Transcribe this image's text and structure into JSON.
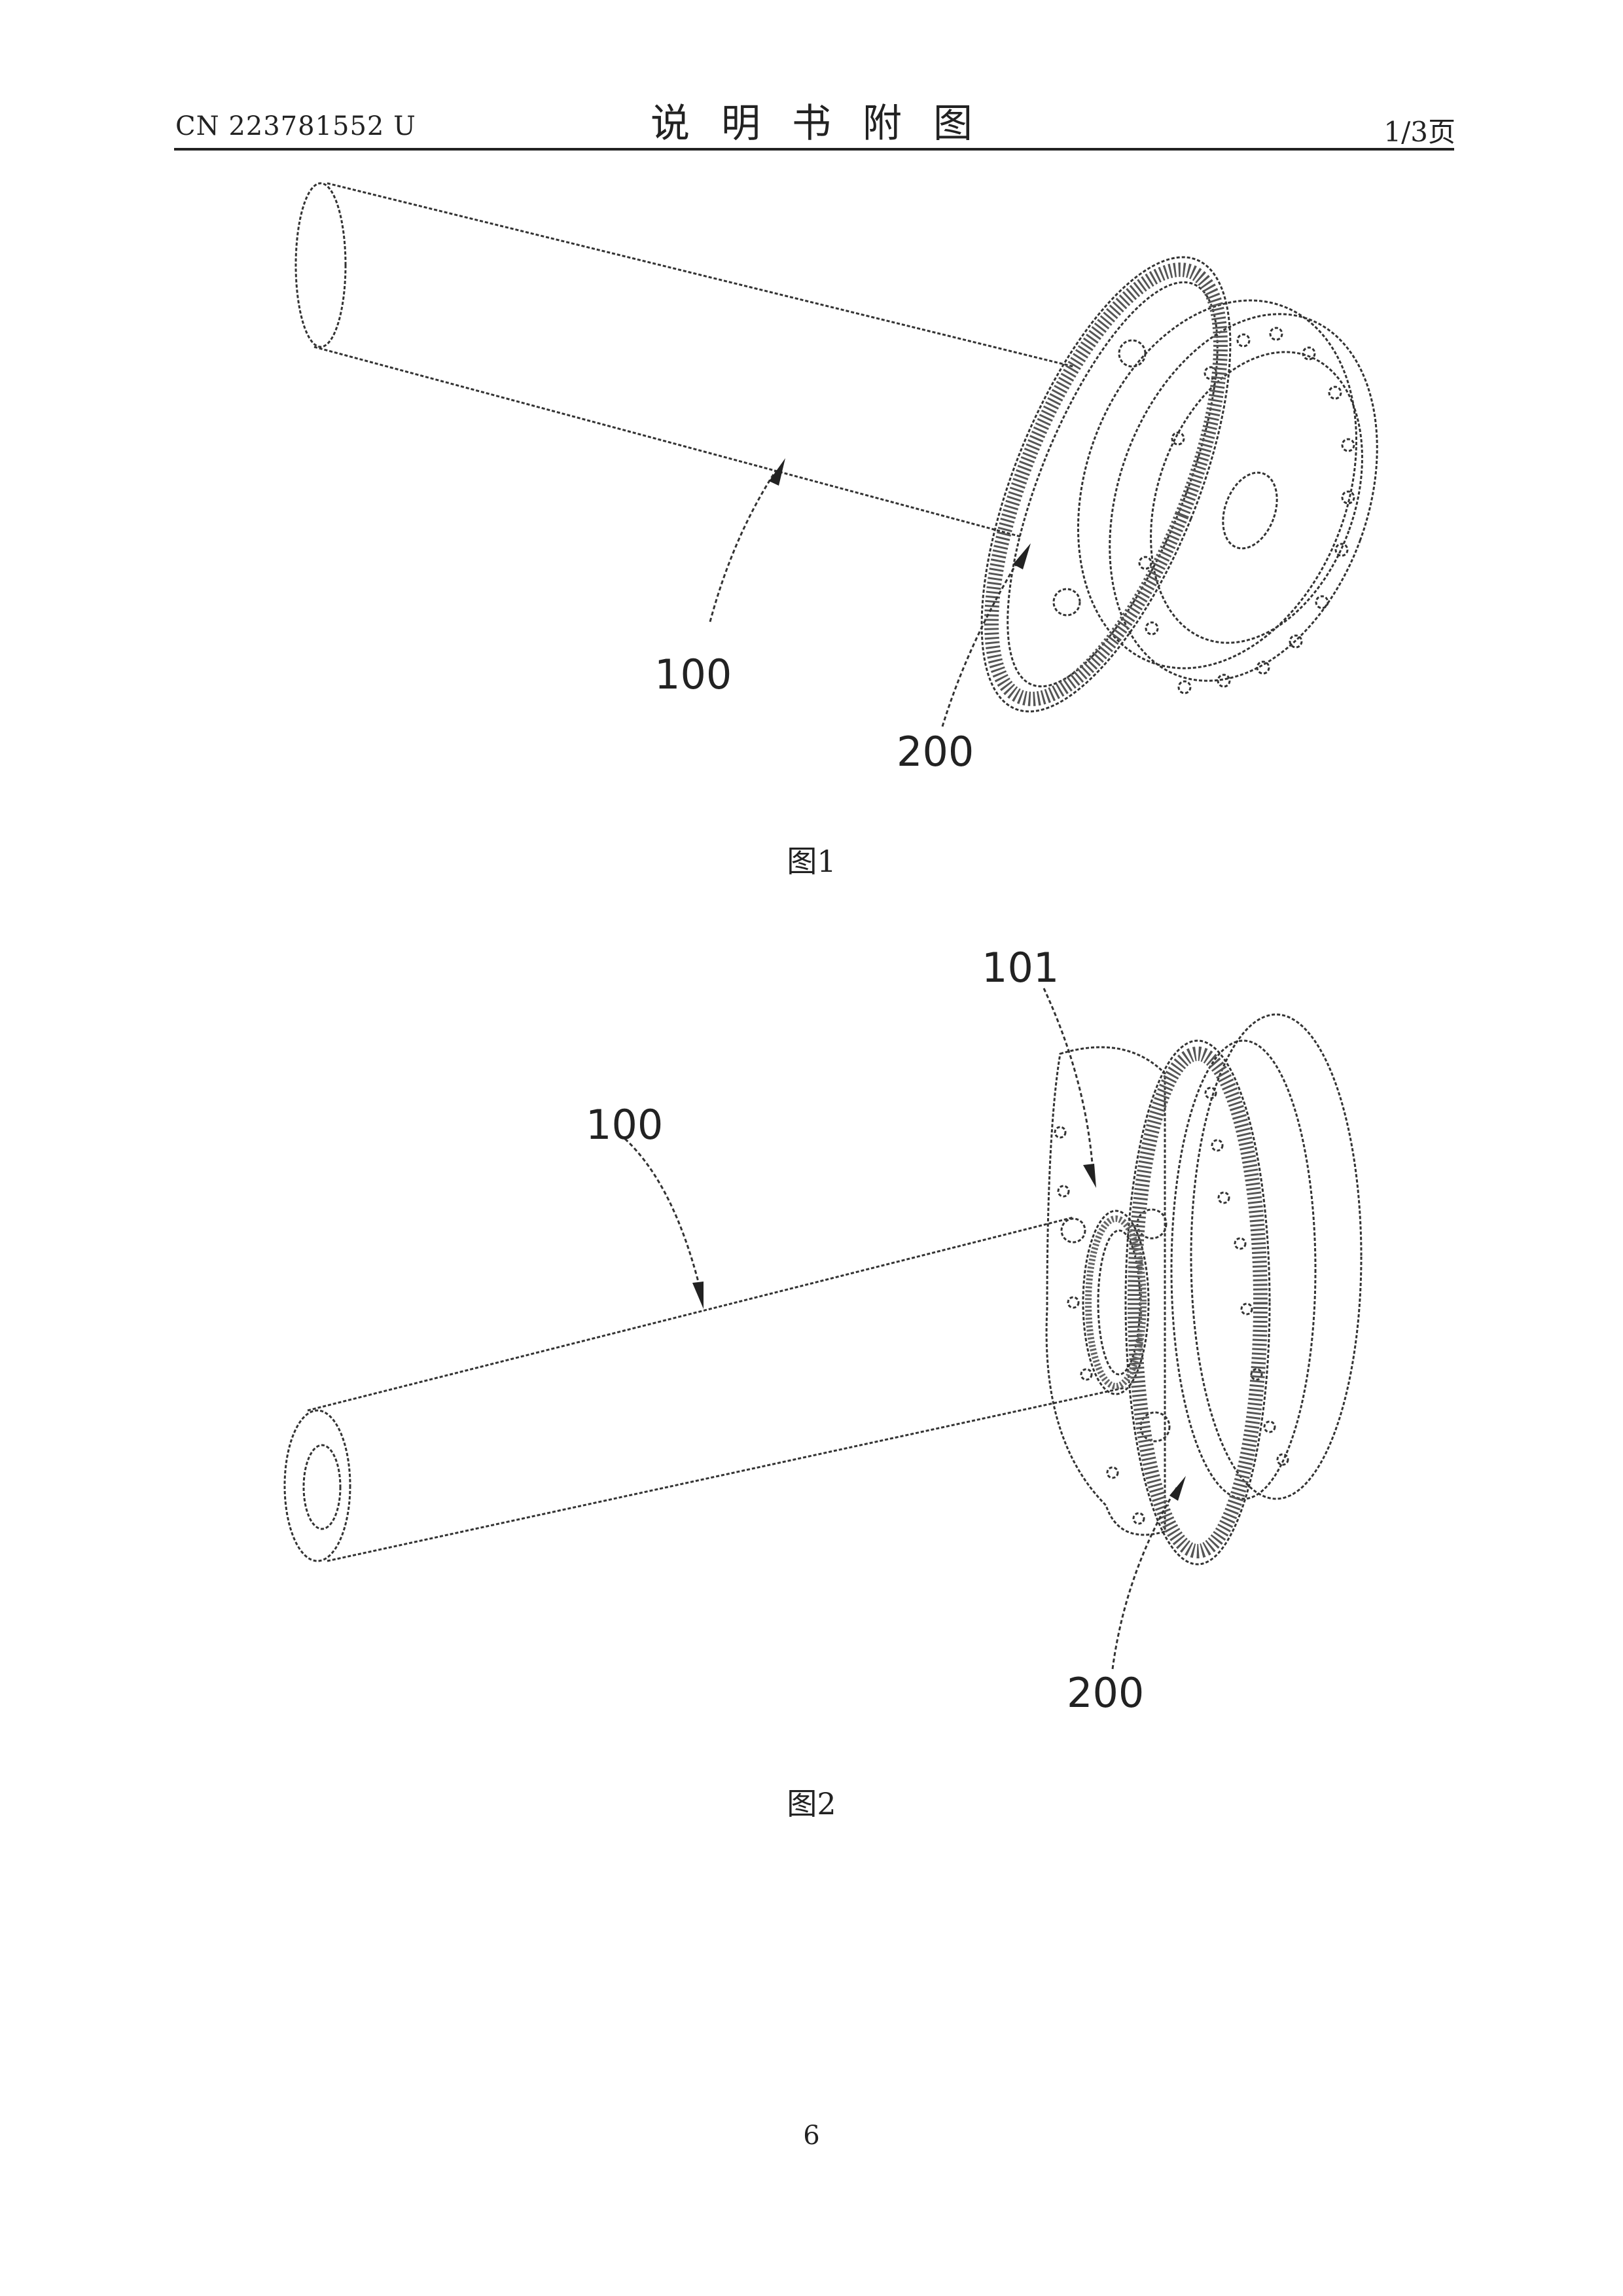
{
  "header": {
    "doc_number": "CN 223781552 U",
    "title": "说明书附图",
    "page_of": "1/3页"
  },
  "figure1": {
    "caption": "图1",
    "labels": {
      "shaft": "100",
      "gear_assembly": "200"
    }
  },
  "figure2": {
    "caption": "图2",
    "labels": {
      "shaft": "100",
      "step": "101",
      "gear_assembly": "200"
    }
  },
  "footer": {
    "page_number": "6"
  }
}
